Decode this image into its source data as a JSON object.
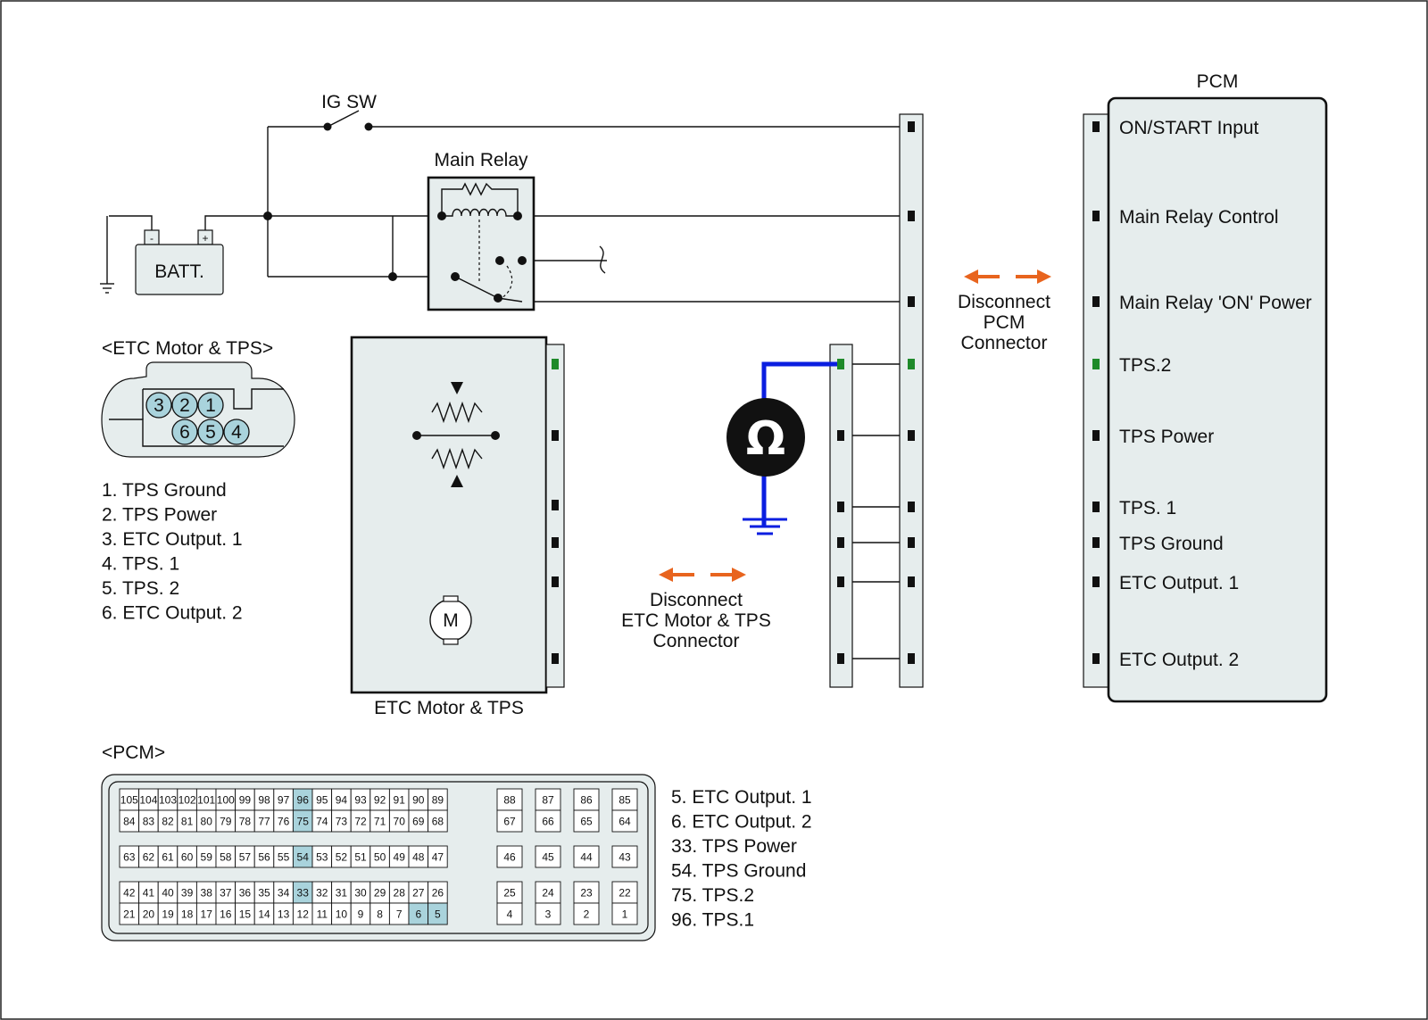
{
  "labels": {
    "ig_sw": "IG SW",
    "main_relay": "Main Relay",
    "batt": "BATT.",
    "batt_minus": "-",
    "batt_plus": "+",
    "pcm_title": "PCM",
    "etc_connector_heading": "<ETC Motor & TPS>",
    "etc_box_label": "ETC Motor & TPS",
    "motor": "M",
    "ohm": "Ω",
    "pcm_connector_heading": "<PCM>"
  },
  "disconnect_pcm": [
    "Disconnect",
    "PCM",
    "Connector"
  ],
  "disconnect_etc": [
    "Disconnect",
    "ETC Motor & TPS",
    "Connector"
  ],
  "pcm_terminals": [
    {
      "label": "ON/START Input",
      "highlight": false
    },
    {
      "label": "Main Relay Control",
      "highlight": false
    },
    {
      "label": "Main Relay 'ON' Power",
      "highlight": false
    },
    {
      "label": "TPS.2",
      "highlight": true
    },
    {
      "label": "TPS Power",
      "highlight": false
    },
    {
      "label": "TPS. 1",
      "highlight": false
    },
    {
      "label": "TPS Ground",
      "highlight": false
    },
    {
      "label": "ETC Output. 1",
      "highlight": false
    },
    {
      "label": "ETC Output. 2",
      "highlight": false
    }
  ],
  "etc_pins": [
    "3",
    "2",
    "1",
    "6",
    "5",
    "4"
  ],
  "etc_pin_list": [
    {
      "text": "1. TPS Ground",
      "highlight": false
    },
    {
      "text": "2. TPS Power",
      "highlight": false
    },
    {
      "text": "3. ETC Output. 1",
      "highlight": false
    },
    {
      "text": "4. TPS. 1",
      "highlight": false
    },
    {
      "text": "5. TPS. 2",
      "highlight": true
    },
    {
      "text": "6. ETC Output. 2",
      "highlight": false
    }
  ],
  "pcm_connector": {
    "rows": [
      [
        "105",
        "104",
        "103",
        "102",
        "101",
        "100",
        "99",
        "98",
        "97",
        "96",
        "95",
        "94",
        "93",
        "92",
        "91",
        "90",
        "89"
      ],
      [
        "84",
        "83",
        "82",
        "81",
        "80",
        "79",
        "78",
        "77",
        "76",
        "75",
        "74",
        "73",
        "72",
        "71",
        "70",
        "69",
        "68"
      ],
      [
        "63",
        "62",
        "61",
        "60",
        "59",
        "58",
        "57",
        "56",
        "55",
        "54",
        "53",
        "52",
        "51",
        "50",
        "49",
        "48",
        "47"
      ],
      [
        "42",
        "41",
        "40",
        "39",
        "38",
        "37",
        "36",
        "35",
        "34",
        "33",
        "32",
        "31",
        "30",
        "29",
        "28",
        "27",
        "26"
      ],
      [
        "21",
        "20",
        "19",
        "18",
        "17",
        "16",
        "15",
        "14",
        "13",
        "12",
        "11",
        "10",
        "9",
        "8",
        "7",
        "6",
        "5"
      ]
    ],
    "right_cols": [
      [
        "88",
        "87",
        "86",
        "85"
      ],
      [
        "67",
        "66",
        "65",
        "64"
      ],
      [
        "46",
        "45",
        "44",
        "43"
      ],
      [
        "25",
        "24",
        "23",
        "22"
      ],
      [
        "4",
        "3",
        "2",
        "1"
      ]
    ],
    "highlighted": [
      "96",
      "75",
      "54",
      "33",
      "6",
      "5"
    ]
  },
  "pcm_pin_list": [
    {
      "text": "5. ETC Output. 1",
      "highlight": false
    },
    {
      "text": "6. ETC Output. 2",
      "highlight": false
    },
    {
      "text": "33. TPS Power",
      "highlight": false
    },
    {
      "text": "54. TPS Ground",
      "highlight": false
    },
    {
      "text": "75. TPS.2",
      "highlight": true
    },
    {
      "text": "96. TPS.1",
      "highlight": false
    }
  ],
  "colors": {
    "highlight_text": "#1f8a2a",
    "arrow": "#e8641e",
    "probe_wire": "#0a1ee0",
    "panel_fill": "#e6eded",
    "pin_fill": "#a9d3dc"
  }
}
